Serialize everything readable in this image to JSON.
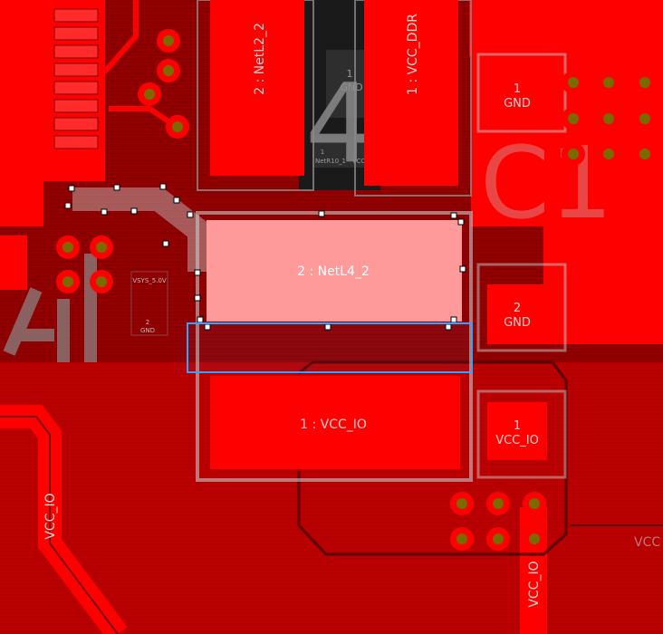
{
  "pads": {
    "netl2_2": "2 : NetL2_2",
    "vcc_ddr": "1 : VCC_DDR",
    "netl4_2": "2 : NetL4_2",
    "vcc_io_big": "1 : VCC_IO",
    "gnd1_num": "1",
    "gnd1_name": "GND",
    "gnd2_num": "2",
    "gnd2_name": "GND",
    "vccio_small_num": "1",
    "vccio_small_name": "VCC_IO"
  },
  "traces": {
    "vcc_io_left": "VCC_IO",
    "vcc_io_bottom": "VCC_IO",
    "vcc_right_edge": "VCC"
  },
  "silk": {
    "ref_4": "4",
    "ref_c1": "C1",
    "ref_tiny_gnd_num": "2",
    "ref_tiny_gnd": "GND",
    "ref_vsys": "VSYS_5.0V",
    "ref_dark_gnd_num": "1",
    "ref_dark_gnd": "GND",
    "ref_dark_small_num": "1",
    "ref_dark_small": "NetR10_1",
    "ref_dark_small_vcc": "VCC"
  },
  "colors": {
    "board": "#7a0000",
    "copper": "#ff0000",
    "highlight_pad": "#ff9a9a",
    "silkscreen": "#c8c8c8",
    "via_center": "#7a6a00",
    "selection": "#3aa0ff"
  }
}
